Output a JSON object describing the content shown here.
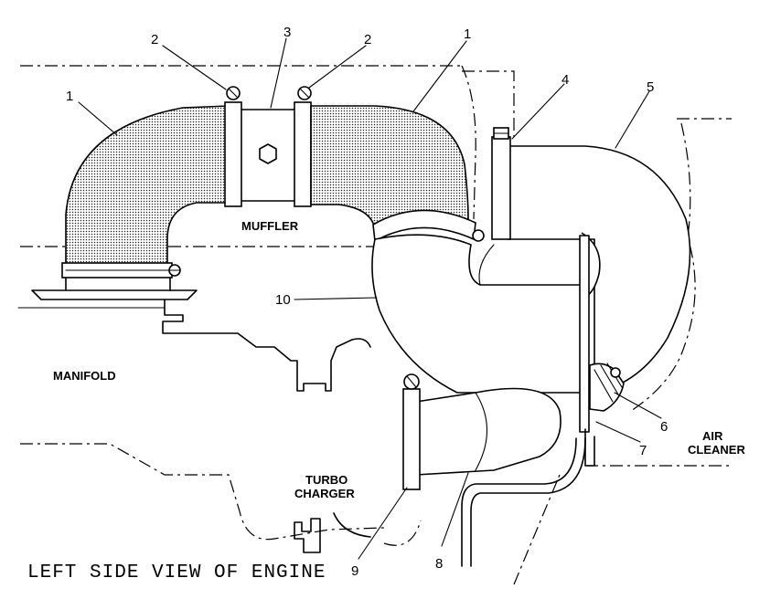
{
  "diagram": {
    "title": "LEFT SIDE VIEW OF ENGINE",
    "labels": {
      "muffler": "MUFFLER",
      "manifold": "MANIFOLD",
      "turbo_line1": "TURBO",
      "turbo_line2": "CHARGER",
      "air_line1": "AIR",
      "air_line2": "CLEANER"
    },
    "callouts": [
      {
        "id": "c1a",
        "text": "1"
      },
      {
        "id": "c2a",
        "text": "2"
      },
      {
        "id": "c3",
        "text": "3"
      },
      {
        "id": "c2b",
        "text": "2"
      },
      {
        "id": "c1b",
        "text": "1"
      },
      {
        "id": "c4",
        "text": "4"
      },
      {
        "id": "c5",
        "text": "5"
      },
      {
        "id": "c10",
        "text": "10"
      },
      {
        "id": "c6",
        "text": "6"
      },
      {
        "id": "c7",
        "text": "7"
      },
      {
        "id": "c9",
        "text": "9"
      },
      {
        "id": "c8",
        "text": "8"
      }
    ],
    "colors": {
      "line": "#000000",
      "background": "#ffffff"
    }
  }
}
